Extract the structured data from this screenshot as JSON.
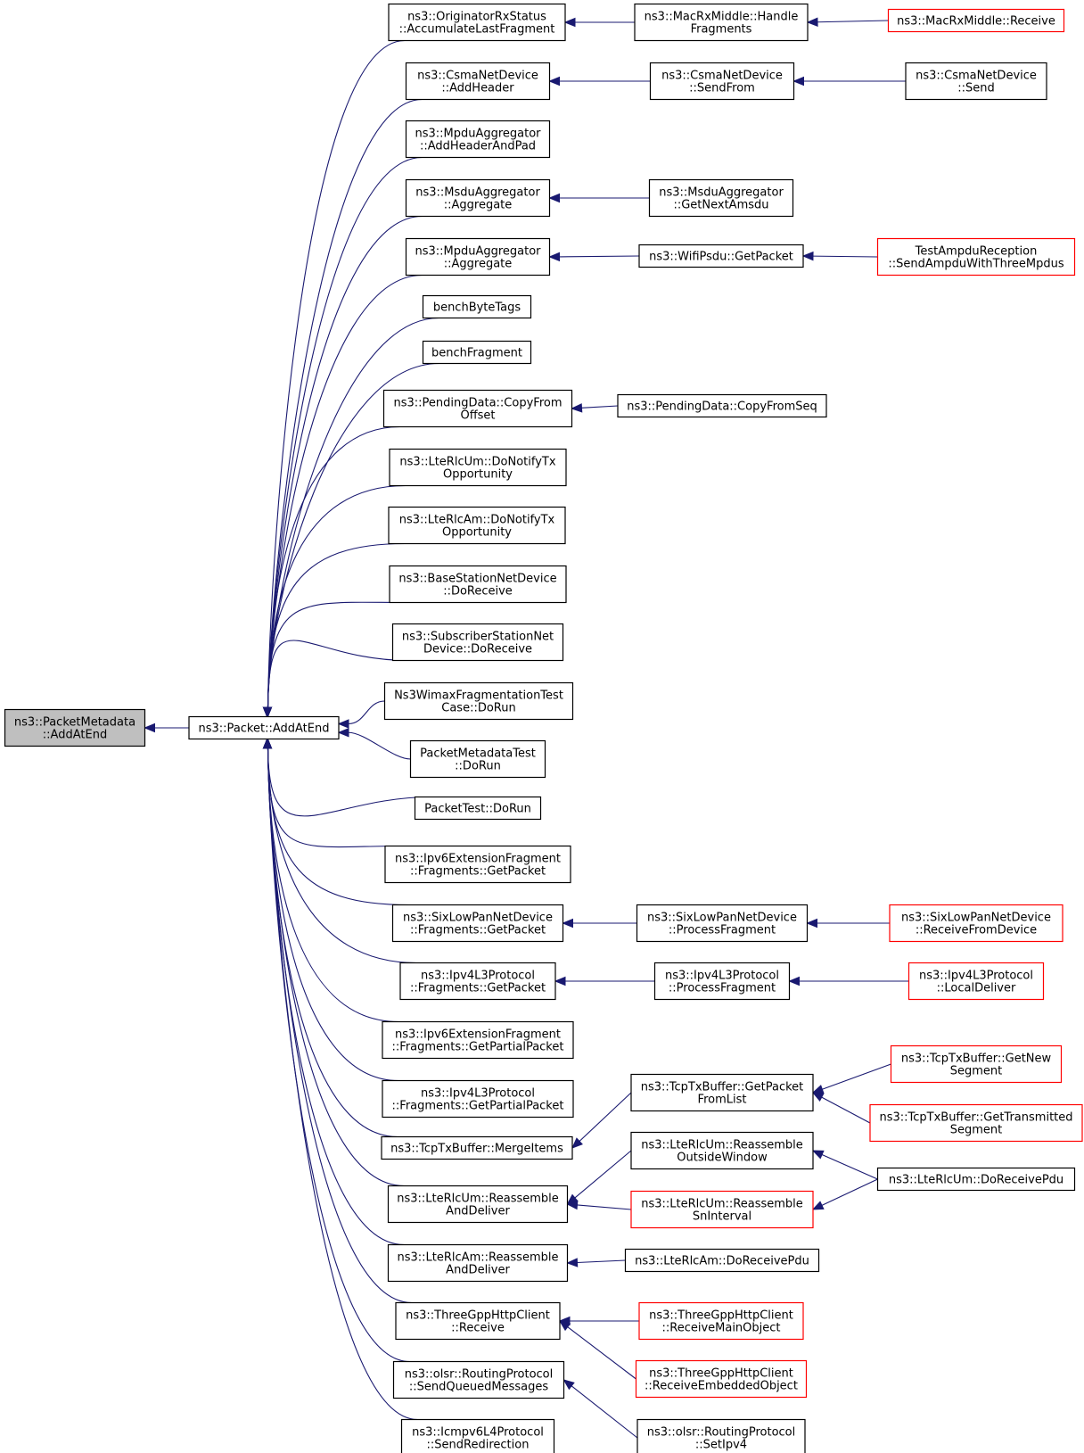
{
  "colors": {
    "edge": "#191970",
    "node_border_normal": "#000000",
    "node_border_truncated": "#ff0000",
    "focus_fill": "#bfbfbf",
    "node_fill": "#ffffff"
  },
  "nodes": [
    {
      "id": "root",
      "lines": [
        "ns3::PacketMetadata",
        "::AddAtEnd"
      ],
      "style": "focus"
    },
    {
      "id": "packet",
      "lines": [
        "ns3::Packet::AddAtEnd"
      ],
      "style": "normal"
    },
    {
      "id": "c1",
      "lines": [
        "ns3::OriginatorRxStatus",
        "::AccumulateLastFragment"
      ],
      "style": "normal"
    },
    {
      "id": "c2",
      "lines": [
        "ns3::CsmaNetDevice",
        "::AddHeader"
      ],
      "style": "normal"
    },
    {
      "id": "c3",
      "lines": [
        "ns3::MpduAggregator",
        "::AddHeaderAndPad"
      ],
      "style": "normal"
    },
    {
      "id": "c4",
      "lines": [
        "ns3::MsduAggregator",
        "::Aggregate"
      ],
      "style": "normal"
    },
    {
      "id": "c5",
      "lines": [
        "ns3::MpduAggregator",
        "::Aggregate"
      ],
      "style": "normal"
    },
    {
      "id": "c6",
      "lines": [
        "benchByteTags"
      ],
      "style": "normal"
    },
    {
      "id": "c7",
      "lines": [
        "benchFragment"
      ],
      "style": "normal"
    },
    {
      "id": "c8",
      "lines": [
        "ns3::PendingData::CopyFrom",
        "Offset"
      ],
      "style": "normal"
    },
    {
      "id": "c9",
      "lines": [
        "ns3::LteRlcUm::DoNotifyTx",
        "Opportunity"
      ],
      "style": "normal"
    },
    {
      "id": "c10",
      "lines": [
        "ns3::LteRlcAm::DoNotifyTx",
        "Opportunity"
      ],
      "style": "normal"
    },
    {
      "id": "c11",
      "lines": [
        "ns3::BaseStationNetDevice",
        "::DoReceive"
      ],
      "style": "normal"
    },
    {
      "id": "c12",
      "lines": [
        "ns3::SubscriberStationNet",
        "Device::DoReceive"
      ],
      "style": "normal"
    },
    {
      "id": "c13",
      "lines": [
        "Ns3WimaxFragmentationTest",
        "Case::DoRun"
      ],
      "style": "normal"
    },
    {
      "id": "c14",
      "lines": [
        "PacketMetadataTest",
        "::DoRun"
      ],
      "style": "normal"
    },
    {
      "id": "c15",
      "lines": [
        "PacketTest::DoRun"
      ],
      "style": "normal"
    },
    {
      "id": "c16",
      "lines": [
        "ns3::Ipv6ExtensionFragment",
        "::Fragments::GetPacket"
      ],
      "style": "normal"
    },
    {
      "id": "c17",
      "lines": [
        "ns3::SixLowPanNetDevice",
        "::Fragments::GetPacket"
      ],
      "style": "normal"
    },
    {
      "id": "c18",
      "lines": [
        "ns3::Ipv4L3Protocol",
        "::Fragments::GetPacket"
      ],
      "style": "normal"
    },
    {
      "id": "c19",
      "lines": [
        "ns3::Ipv6ExtensionFragment",
        "::Fragments::GetPartialPacket"
      ],
      "style": "normal"
    },
    {
      "id": "c20",
      "lines": [
        "ns3::Ipv4L3Protocol",
        "::Fragments::GetPartialPacket"
      ],
      "style": "normal"
    },
    {
      "id": "c21",
      "lines": [
        "ns3::TcpTxBuffer::MergeItems"
      ],
      "style": "normal"
    },
    {
      "id": "c22",
      "lines": [
        "ns3::LteRlcUm::Reassemble",
        "AndDeliver"
      ],
      "style": "normal"
    },
    {
      "id": "c23",
      "lines": [
        "ns3::LteRlcAm::Reassemble",
        "AndDeliver"
      ],
      "style": "normal"
    },
    {
      "id": "c24",
      "lines": [
        "ns3::ThreeGppHttpClient",
        "::Receive"
      ],
      "style": "normal"
    },
    {
      "id": "c25",
      "lines": [
        "ns3::olsr::RoutingProtocol",
        "::SendQueuedMessages"
      ],
      "style": "normal"
    },
    {
      "id": "c26",
      "lines": [
        "ns3::Icmpv6L4Protocol",
        "::SendRedirection"
      ],
      "style": "normal"
    },
    {
      "id": "d1",
      "lines": [
        "ns3::MacRxMiddle::Handle",
        "Fragments"
      ],
      "style": "normal"
    },
    {
      "id": "d2",
      "lines": [
        "ns3::CsmaNetDevice",
        "::SendFrom"
      ],
      "style": "normal"
    },
    {
      "id": "d3",
      "lines": [
        "ns3::MsduAggregator",
        "::GetNextAmsdu"
      ],
      "style": "normal"
    },
    {
      "id": "d4",
      "lines": [
        "ns3::WifiPsdu::GetPacket"
      ],
      "style": "normal"
    },
    {
      "id": "d5",
      "lines": [
        "ns3::PendingData::CopyFromSeq"
      ],
      "style": "normal"
    },
    {
      "id": "d6",
      "lines": [
        "ns3::SixLowPanNetDevice",
        "::ProcessFragment"
      ],
      "style": "normal"
    },
    {
      "id": "d7",
      "lines": [
        "ns3::Ipv4L3Protocol",
        "::ProcessFragment"
      ],
      "style": "normal"
    },
    {
      "id": "d8",
      "lines": [
        "ns3::TcpTxBuffer::GetPacket",
        "FromList"
      ],
      "style": "normal"
    },
    {
      "id": "d9",
      "lines": [
        "ns3::LteRlcUm::Reassemble",
        "OutsideWindow"
      ],
      "style": "normal"
    },
    {
      "id": "d10",
      "lines": [
        "ns3::LteRlcUm::Reassemble",
        "SnInterval"
      ],
      "style": "truncated"
    },
    {
      "id": "d11",
      "lines": [
        "ns3::LteRlcAm::DoReceivePdu"
      ],
      "style": "normal"
    },
    {
      "id": "d12",
      "lines": [
        "ns3::ThreeGppHttpClient",
        "::ReceiveMainObject"
      ],
      "style": "truncated"
    },
    {
      "id": "d13",
      "lines": [
        "ns3::ThreeGppHttpClient",
        "::ReceiveEmbeddedObject"
      ],
      "style": "truncated"
    },
    {
      "id": "d14",
      "lines": [
        "ns3::olsr::RoutingProtocol",
        "::SetIpv4"
      ],
      "style": "normal"
    },
    {
      "id": "e1",
      "lines": [
        "ns3::MacRxMiddle::Receive"
      ],
      "style": "truncated"
    },
    {
      "id": "e2",
      "lines": [
        "ns3::CsmaNetDevice",
        "::Send"
      ],
      "style": "normal"
    },
    {
      "id": "e3",
      "lines": [
        "TestAmpduReception",
        "::SendAmpduWithThreeMpdus"
      ],
      "style": "truncated"
    },
    {
      "id": "e4",
      "lines": [
        "ns3::SixLowPanNetDevice",
        "::ReceiveFromDevice"
      ],
      "style": "truncated"
    },
    {
      "id": "e5",
      "lines": [
        "ns3::Ipv4L3Protocol",
        "::LocalDeliver"
      ],
      "style": "truncated"
    },
    {
      "id": "e6",
      "lines": [
        "ns3::TcpTxBuffer::GetNew",
        "Segment"
      ],
      "style": "truncated"
    },
    {
      "id": "e7",
      "lines": [
        "ns3::TcpTxBuffer::GetTransmitted",
        "Segment"
      ],
      "style": "truncated"
    },
    {
      "id": "e8",
      "lines": [
        "ns3::LteRlcUm::DoReceivePdu"
      ],
      "style": "normal"
    }
  ],
  "edges": [
    [
      "packet",
      "root"
    ],
    [
      "c1",
      "packet"
    ],
    [
      "c2",
      "packet"
    ],
    [
      "c3",
      "packet"
    ],
    [
      "c4",
      "packet"
    ],
    [
      "c5",
      "packet"
    ],
    [
      "c6",
      "packet"
    ],
    [
      "c7",
      "packet"
    ],
    [
      "c8",
      "packet"
    ],
    [
      "c9",
      "packet"
    ],
    [
      "c10",
      "packet"
    ],
    [
      "c11",
      "packet"
    ],
    [
      "c12",
      "packet"
    ],
    [
      "c13",
      "packet"
    ],
    [
      "c14",
      "packet"
    ],
    [
      "c15",
      "packet"
    ],
    [
      "c16",
      "packet"
    ],
    [
      "c17",
      "packet"
    ],
    [
      "c18",
      "packet"
    ],
    [
      "c19",
      "packet"
    ],
    [
      "c20",
      "packet"
    ],
    [
      "c21",
      "packet"
    ],
    [
      "c22",
      "packet"
    ],
    [
      "c23",
      "packet"
    ],
    [
      "c24",
      "packet"
    ],
    [
      "c25",
      "packet"
    ],
    [
      "c26",
      "packet"
    ],
    [
      "d1",
      "c1"
    ],
    [
      "d2",
      "c2"
    ],
    [
      "d3",
      "c4"
    ],
    [
      "d4",
      "c5"
    ],
    [
      "d5",
      "c8"
    ],
    [
      "d6",
      "c17"
    ],
    [
      "d7",
      "c18"
    ],
    [
      "d8",
      "c21"
    ],
    [
      "d9",
      "c22"
    ],
    [
      "d10",
      "c22"
    ],
    [
      "d11",
      "c23"
    ],
    [
      "d12",
      "c24"
    ],
    [
      "d13",
      "c24"
    ],
    [
      "d14",
      "c25"
    ],
    [
      "e1",
      "d1"
    ],
    [
      "e2",
      "d2"
    ],
    [
      "e3",
      "d4"
    ],
    [
      "e4",
      "d6"
    ],
    [
      "e5",
      "d7"
    ],
    [
      "e6",
      "d8"
    ],
    [
      "e7",
      "d8"
    ],
    [
      "e8",
      "d9"
    ],
    [
      "e8",
      "d10"
    ]
  ]
}
